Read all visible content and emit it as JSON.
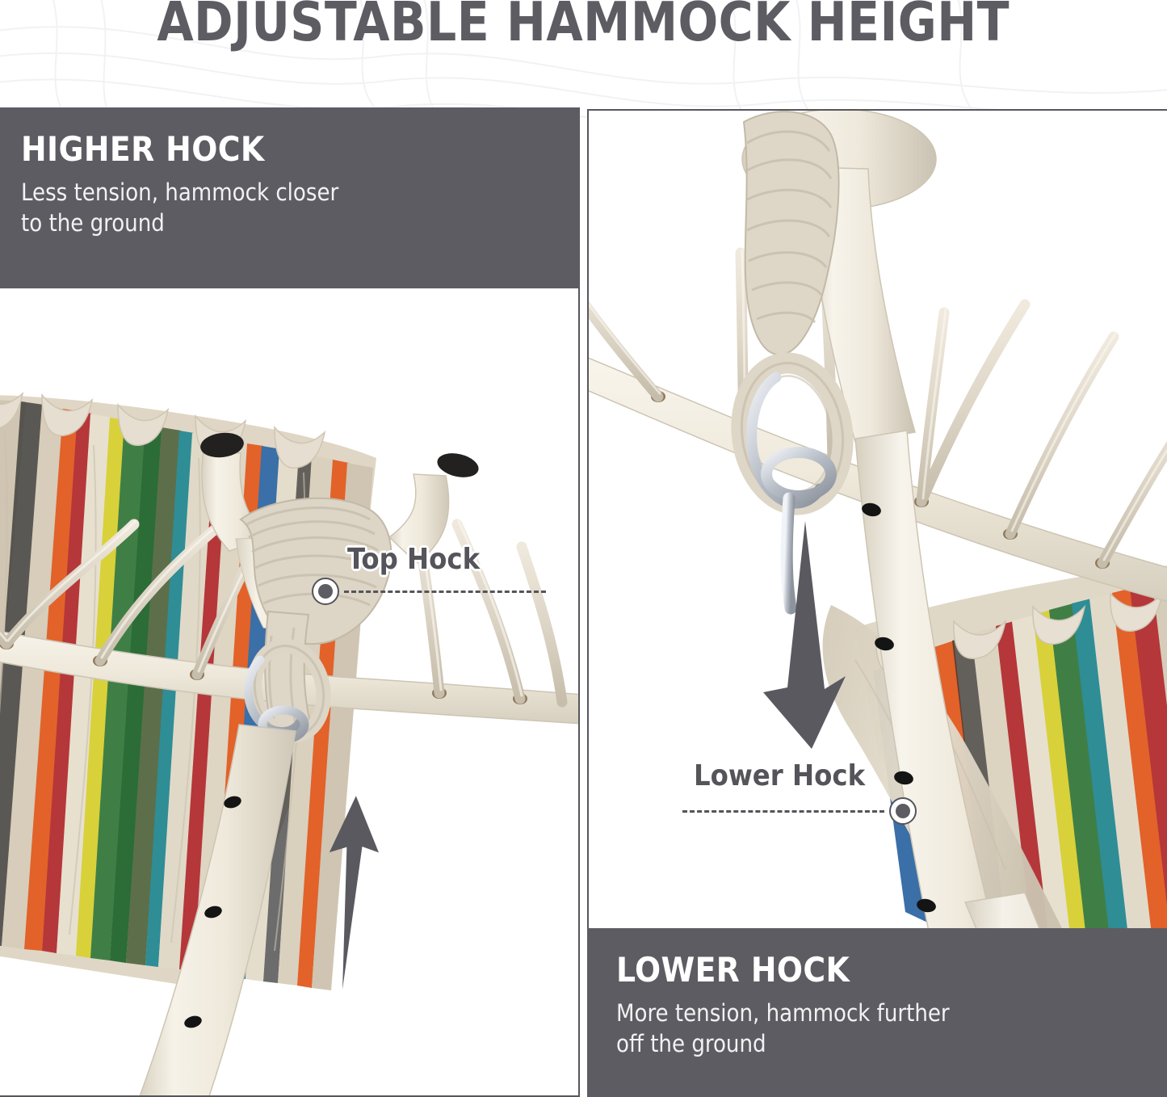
{
  "header": {
    "title": "ADJUSTABLE HAMMOCK HEIGHT"
  },
  "colors": {
    "panel_gray": "#5d5c62",
    "title_gray": "#5d5c62",
    "callout_gray": "#55545a",
    "background": "#ffffff",
    "stand_cream": "#efeade",
    "rope_beige": "#ded7c8",
    "hole_black": "#111111",
    "fabric_beige": "#d8cfbf",
    "stripe_orange": "#e2622a",
    "stripe_red": "#b03a3a",
    "stripe_yellow": "#d8d13a",
    "stripe_green": "#3f7f46",
    "stripe_teal": "#2f8d96",
    "stripe_blue": "#3a6fa8",
    "stripe_dark": "#2c2c2c",
    "metal_silver": "#c8ccd2"
  },
  "panels": {
    "left": {
      "caption": {
        "title": "HIGHER HOCK",
        "body_line_1": "Less tension, hammock closer",
        "body_line_2": "to the ground"
      },
      "callout": {
        "label": "Top Hock",
        "marker": "callout-dot",
        "line_style": "dashed",
        "line_direction": "right"
      },
      "arrow": {
        "direction": "up",
        "name": "arrow-up"
      },
      "photo_alt": "Hammock stand Y-bracket with rope wrap and carabiner at the top hock position"
    },
    "right": {
      "caption": {
        "title": "LOWER HOCK",
        "body_line_1": "More tension, hammock further",
        "body_line_2": "off the ground"
      },
      "callout": {
        "label": "Lower Hock",
        "marker": "callout-dot",
        "line_style": "dashed",
        "line_direction": "left"
      },
      "arrow": {
        "direction": "down",
        "name": "arrow-down"
      },
      "photo_alt": "Hammock stand pole with adjustment holes, rope and carabiner at the lower hock position"
    }
  }
}
